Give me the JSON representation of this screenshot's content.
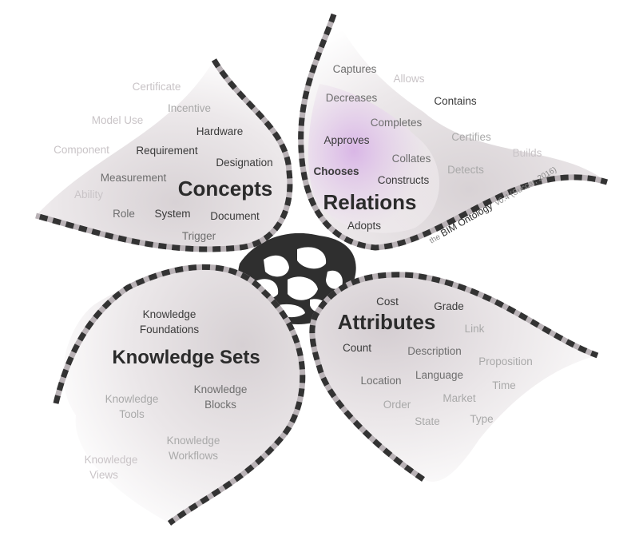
{
  "colors": {
    "outline_dark": "#333333",
    "outline_light": "#b9b2b6",
    "petal_fill": "#ece8ea",
    "relations_highlight": "#d9b6e6",
    "hub": "#2f2f2f"
  },
  "title": {
    "prefix": "the",
    "name": "BIM Ontology",
    "version": "v0.4 (Succar, 2016)"
  },
  "petals": {
    "concepts": {
      "heading": "Concepts",
      "terms": [
        "Certificate",
        "Incentive",
        "Model Use",
        "Hardware",
        "Component",
        "Requirement",
        "Designation",
        "Measurement",
        "Ability",
        "Role",
        "System",
        "Document",
        "Trigger"
      ]
    },
    "relations": {
      "heading": "Relations",
      "terms": [
        "Captures",
        "Allows",
        "Decreases",
        "Contains",
        "Completes",
        "Certifies",
        "Approves",
        "Builds",
        "Collates",
        "Chooses",
        "Constructs",
        "Detects",
        "Adopts"
      ]
    },
    "attributes": {
      "heading": "Attributes",
      "terms": [
        "Cost",
        "Grade",
        "Link",
        "Count",
        "Description",
        "Proposition",
        "Location",
        "Language",
        "Time",
        "Order",
        "Market",
        "State",
        "Type"
      ]
    },
    "knowledge_sets": {
      "heading": "Knowledge Sets",
      "terms": [
        "Knowledge",
        "Foundations",
        "Knowledge",
        "Blocks",
        "Knowledge",
        "Tools",
        "Knowledge",
        "Workflows",
        "Knowledge",
        "Views"
      ]
    }
  }
}
